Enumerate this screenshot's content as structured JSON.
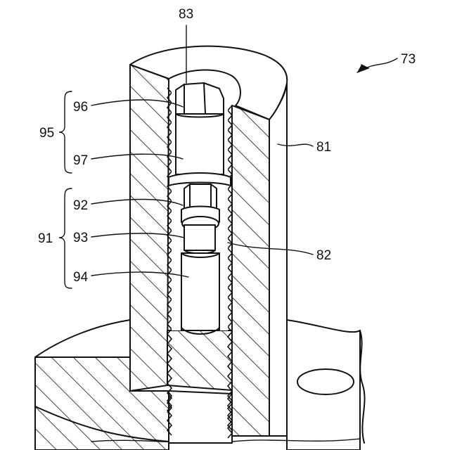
{
  "labels": {
    "assembly": "73",
    "top_opening": "83",
    "outer_sleeve": "81",
    "inner_thread": "82",
    "upper_group": "95",
    "hex_upper": "96",
    "shaft_upper": "97",
    "lower_group": "91",
    "hex_lower": "92",
    "neck_lower": "93",
    "shaft_lower": "94"
  }
}
